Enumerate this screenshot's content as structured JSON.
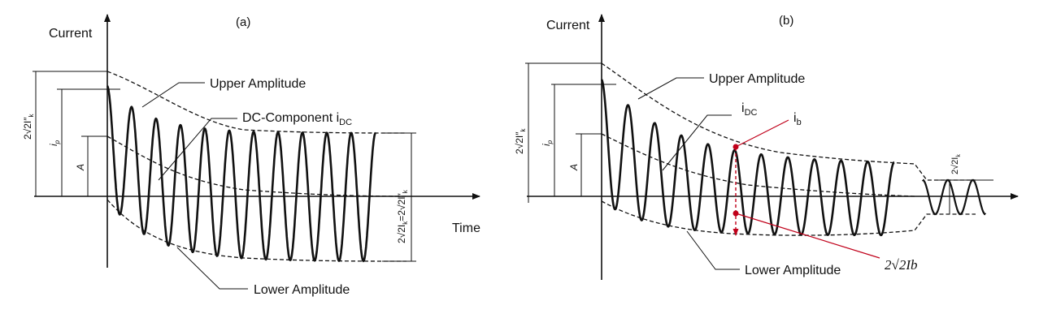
{
  "panel_a": {
    "label": "(a)",
    "y_axis_label": "Current",
    "x_axis_label": "Time",
    "upper_amplitude_label": "Upper Amplitude",
    "dc_component_label": "DC-Component i",
    "dc_component_sub": "DC",
    "lower_amplitude_label": "Lower Amplitude",
    "peak_label": "2√2I″",
    "peak_label_sub": "k",
    "ip_label": "i",
    "ip_label_sub": "p",
    "a_label": "A",
    "right_label": "2√2I",
    "right_label_sub": "k",
    "right_label_tail": "=2√2I″",
    "right_label_tail_sub": "k"
  },
  "panel_b": {
    "label": "(b)",
    "y_axis_label": "Current",
    "upper_amplitude_label": "Upper Amplitude",
    "idc_label": "i",
    "idc_label_sub": "DC",
    "ib_label": "i",
    "ib_label_sub": "b",
    "lower_amplitude_label": "Lower Amplitude",
    "two_root_two_ib": "2√2Ib",
    "peak_label": "2√2I″",
    "peak_label_sub": "k",
    "ip_label": "i",
    "ip_label_sub": "p",
    "a_label": "A",
    "steady_label": "2√2I",
    "steady_label_sub": "k"
  },
  "colors": {
    "ink": "#111111",
    "marker": "#c0001a"
  }
}
